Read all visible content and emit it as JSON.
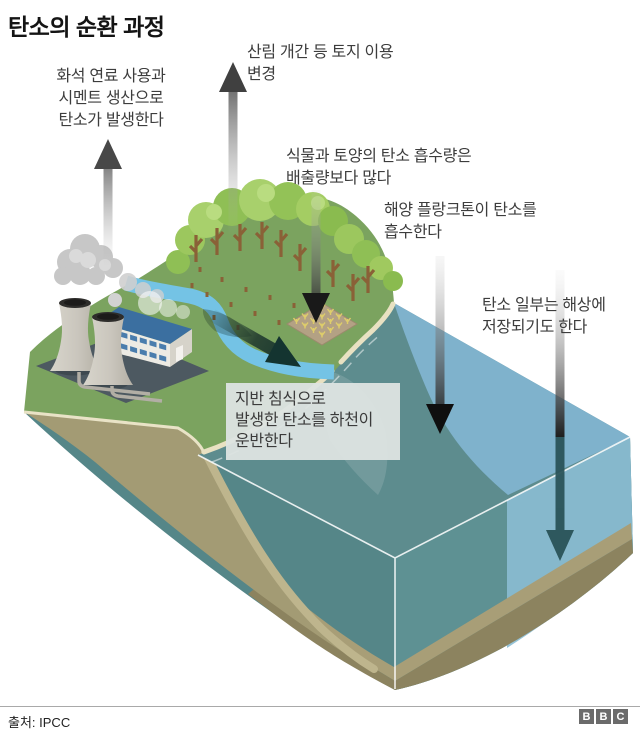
{
  "title": "탄소의 순환 과정",
  "annotations": {
    "fossil_fuel": "화석 연료 사용과\n시멘트 생산으로\n탄소가 발생한다",
    "land_use_change": "산림 개간 등 토지 이용\n변경",
    "plant_soil_absorption": "식물과 토양의 탄소 흡수량은\n배출량보다 많다",
    "ocean_plankton": "해양 플랑크톤이 탄소를\n흡수한다",
    "seabed_storage": "탄소 일부는 해상에\n저장되기도 한다",
    "river_erosion": "지반 침식으로\n발생한 탄소를 하천이\n운반한다"
  },
  "footer": {
    "source": "출처: IPCC",
    "logo_letters": [
      "B",
      "B",
      "C"
    ]
  },
  "scene_parts": [
    "power-plant",
    "cooling-towers",
    "smoke",
    "forest",
    "tree-stumps",
    "crop-field",
    "river",
    "ocean",
    "shallow-water",
    "seabed",
    "soil-cross-section"
  ],
  "colors": {
    "grass": "#7ba35f",
    "ocean_surface": "#5d8c8e",
    "shallow_water": "#7fb2cc",
    "river": "#74c3e5",
    "soil": "#a39b74",
    "seabed": "#a89e77",
    "factory_slab": "#4d5961",
    "factory_roof": "#3b6fa0",
    "arrow_dark": "#1f1f1f",
    "callout_bg": "#dfe5e2",
    "logo_gray": "#6b6b6b"
  }
}
